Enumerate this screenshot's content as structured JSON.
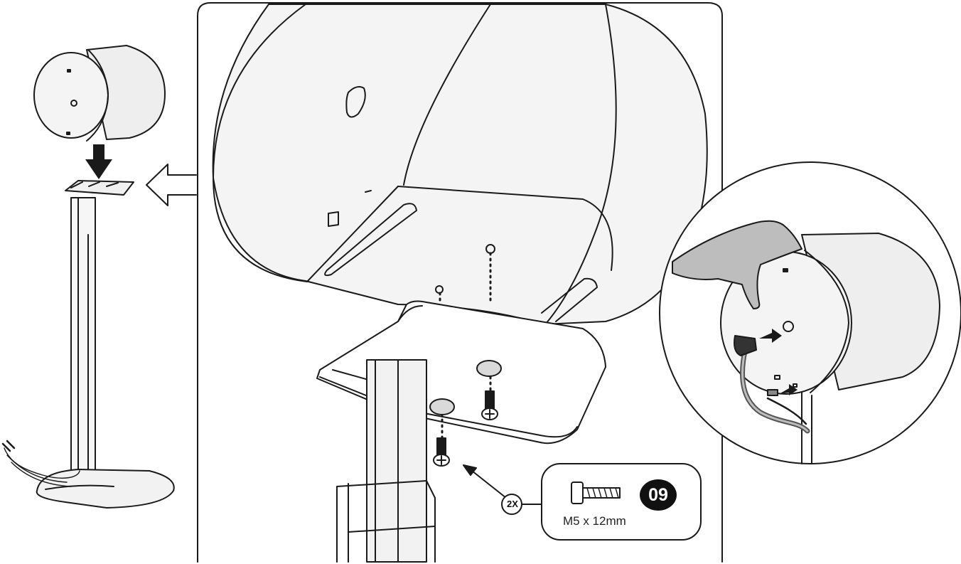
{
  "callout": {
    "quantity_badge": "2X",
    "screw_spec": "M5 x 12mm",
    "part_number": "09"
  },
  "colors": {
    "line": "#1a1a1a",
    "speaker_fill": "#f4f4f4",
    "hand_fill": "#bdbdbd",
    "washer_fill": "#d9d9d9",
    "badge_fill": "#111111"
  },
  "icons": {
    "down_arrow": "arrow-down-icon",
    "left_arrow": "arrow-left-icon",
    "plug_arrow": "arrow-right-icon",
    "screw": "screw-icon"
  }
}
